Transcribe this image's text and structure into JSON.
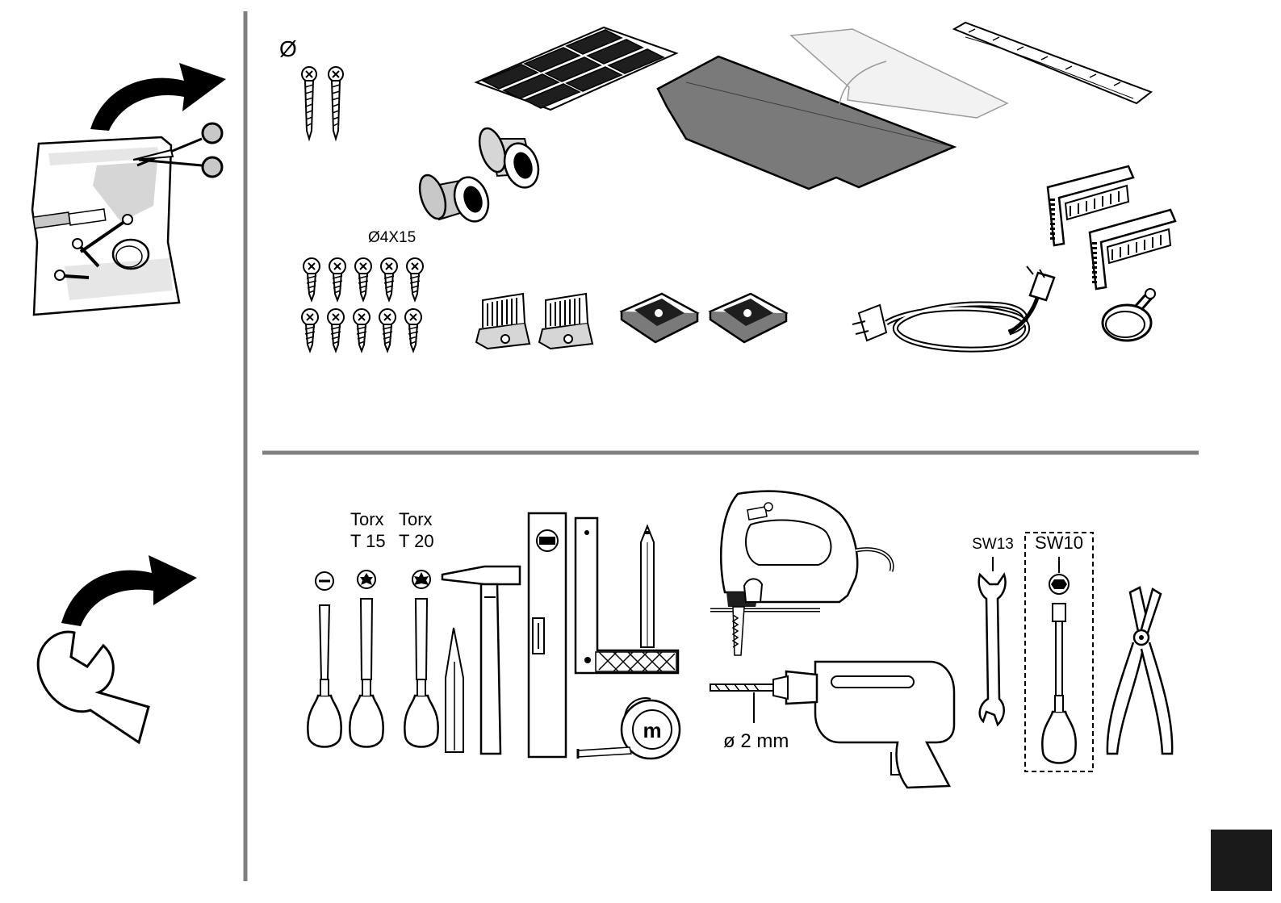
{
  "colors": {
    "ink": "#000000",
    "divider": "#7f7f7f",
    "gray": "#c8c8c8",
    "dark_gray": "#8c8c8c",
    "page_box": "#1a1a1a"
  },
  "parts": {
    "screw_diameter_label": "Ø",
    "small_screw_label": "Ø4X15"
  },
  "tools": {
    "torx_15_line1": "Torx",
    "torx_15_line2": "T 15",
    "torx_20_line1": "Torx",
    "torx_20_line2": "T 20",
    "tape_measure_label": "m",
    "drill_bit_label": "ø 2 mm",
    "wrench_label": "SW13",
    "socket_driver_label": "SW10"
  },
  "icons": [
    "open-bag-icon",
    "scissors-icon",
    "curved-arrow-icon",
    "wrench-icon",
    "screw-icon",
    "adhesive-pads-icon",
    "spacer-sleeve-icon",
    "seal-strip-icon",
    "mounting-rail-icon",
    "bracket-icon",
    "clip-icon",
    "power-cable-icon",
    "hose-clamp-icon",
    "flat-screwdriver-icon",
    "torx-screwdriver-icon",
    "awl-icon",
    "hammer-icon",
    "spirit-level-icon",
    "try-square-icon",
    "pencil-icon",
    "tape-measure-icon",
    "jigsaw-icon",
    "power-drill-icon",
    "socket-screwdriver-icon",
    "side-cutter-icon"
  ]
}
